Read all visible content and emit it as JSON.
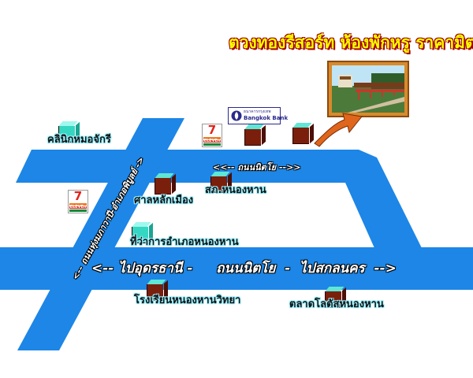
{
  "title": "ตวงทองรีสอร์ท ห้องพักหรู ราคามิตรภาพ",
  "roads": {
    "main_highway": "<-- ไปอุดรธานี -     ถนนนิตโย  -  ไปสกลนคร  -->",
    "upper_road": "<<-- ถนนนิตโย -->>",
    "diagonal_road": "<-- ถนนทุ่งมภาวาปี-อำเภอพิบูลย์ ->"
  },
  "places": {
    "clinic": "คลินิกหมอจักรี",
    "shrine": "ศาลหลักเมือง",
    "police": "สภ.หนองหาน",
    "district_office": "ที่ว่าการอำเภอหนองหาน",
    "school": "โรงเรียนหนองหานวิทยา",
    "market": "ตลาดโลตัสหนองหาน"
  },
  "brands": {
    "seven_eleven_number": "7",
    "seven_eleven_name": "ELEVEn",
    "bank_thai": "ธนาคารกรุงเทพ",
    "bank_english": "Bangkok Bank"
  },
  "colors": {
    "road": "#1d86e6",
    "title_text": "#ffff00",
    "title_outline": "#a00000",
    "arrow": "#e0661b",
    "building": "#7a1f0c",
    "building_cyan": "#35d6c2"
  },
  "icons": {
    "building": "building-icon",
    "photo": "resort-photo-icon",
    "arrow": "pointer-arrow-icon",
    "store": "seven-eleven-icon",
    "bank": "bangkok-bank-icon"
  }
}
